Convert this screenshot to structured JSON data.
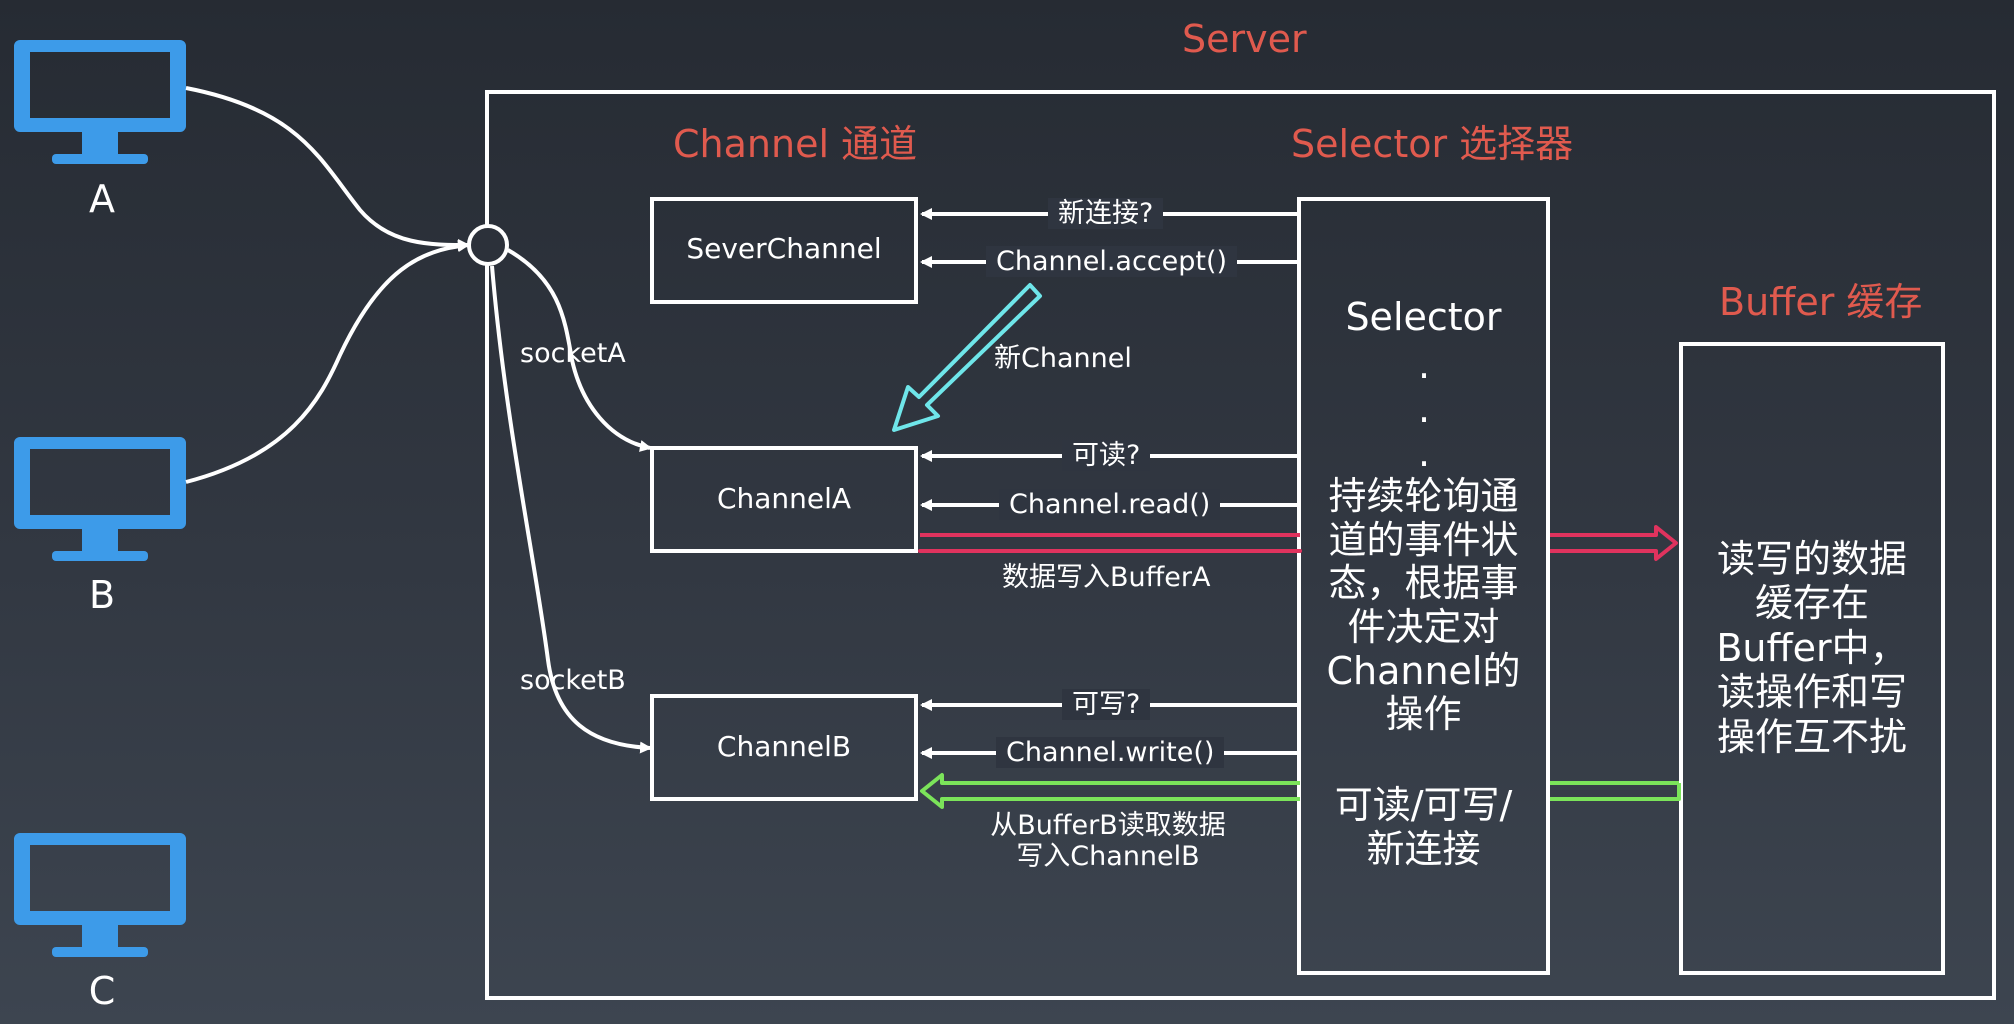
{
  "clients": [
    {
      "label": "A"
    },
    {
      "label": "B"
    },
    {
      "label": "C"
    }
  ],
  "server": {
    "title": "Server"
  },
  "channel_section": {
    "title": "Channel 通道"
  },
  "selector_section": {
    "title": "Selector 选择器"
  },
  "buffer_section": {
    "title": "Buffer 缓存"
  },
  "boxes": {
    "server_channel": "SeverChannel",
    "channel_a": "ChannelA",
    "channel_b": "ChannelB"
  },
  "sockets": {
    "a": "socketA",
    "b": "socketB"
  },
  "arrows": {
    "new_connection": "新连接?",
    "accept": "Channel.accept()",
    "new_channel": "新Channel",
    "readable": "可读?",
    "read": "Channel.read()",
    "write_to_buffer": "数据写入BufferA",
    "writable": "可写?",
    "write": "Channel.write()",
    "read_from_buffer_line1": "从BufferB读取数据",
    "read_from_buffer_line2": "写入ChannelB"
  },
  "selector_box": {
    "title": "Selector",
    "dots": ".",
    "description": [
      "持续轮询通",
      "道的事件状",
      "态，根据事",
      "件决定对",
      "Channel的",
      "操作"
    ],
    "events": [
      "可读/可写/",
      "新连接"
    ]
  },
  "buffer_box": {
    "description": [
      "读写的数据",
      "缓存在",
      "Buffer中，",
      "读操作和写",
      "操作互不扰"
    ]
  },
  "colors": {
    "monitor": "#3d9be9",
    "title_red": "#e05a4e",
    "write_arrow": "#e0335e",
    "read_arrow": "#7be35a",
    "new_channel_arrow": "#6fe6ea"
  }
}
